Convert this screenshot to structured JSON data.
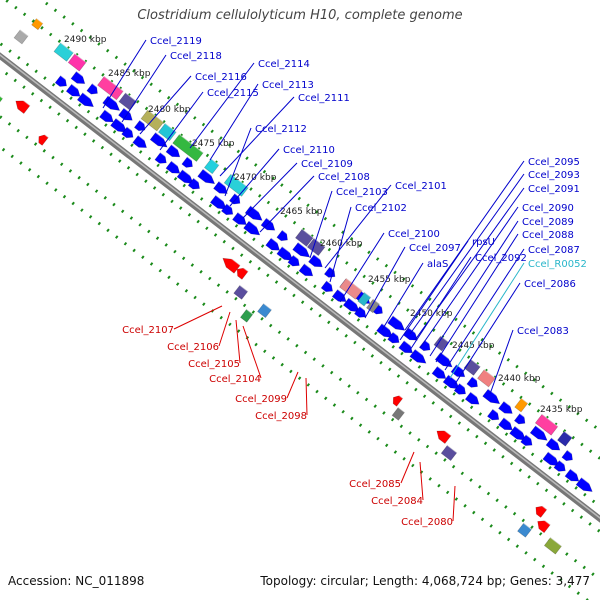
{
  "title": "Clostridium cellulolyticum H10, complete genome",
  "accession_label": "Accession: NC_011898",
  "summary_label": "Topology: circular; Length: 4,068,724 bp; Genes: 3,477",
  "colors": {
    "forward_gene": "#0000ff",
    "reverse_gene": "#ff0000",
    "rna_gene": "#29b6ca",
    "ruler": "#1a8a1a",
    "backbone": "#888888"
  },
  "ruler_ticks": [
    "2490 kbp",
    "2485 kbp",
    "2480 kbp",
    "2475 kbp",
    "2470 kbp",
    "2465 kbp",
    "2460 kbp",
    "2455 kbp",
    "2450 kbp",
    "2445 kbp",
    "2440 kbp",
    "2435 kbp"
  ],
  "forward_labels": [
    "Ccel_2119",
    "Ccel_2118",
    "Ccel_2116",
    "Ccel_2114",
    "Ccel_2115",
    "Ccel_2113",
    "Ccel_2111",
    "Ccel_2112",
    "Ccel_2110",
    "Ccel_2109",
    "Ccel_2108",
    "Ccel_2103",
    "Ccel_2101",
    "Ccel_2102",
    "Ccel_2100",
    "Ccel_2097",
    "alaS",
    "Ccel_2095",
    "Ccel_2093",
    "Ccel_2091",
    "Ccel_2090",
    "rpsU",
    "Ccel_2089",
    "Ccel_2088",
    "Ccel_2092",
    "Ccel_2087",
    "Ccel_R0052",
    "Ccel_2086",
    "Ccel_2083"
  ],
  "reverse_labels": [
    "Ccel_2107",
    "Ccel_2106",
    "Ccel_2105",
    "Ccel_2104",
    "Ccel_2099",
    "Ccel_2098",
    "Ccel_2085",
    "Ccel_2084",
    "Ccel_2080"
  ]
}
